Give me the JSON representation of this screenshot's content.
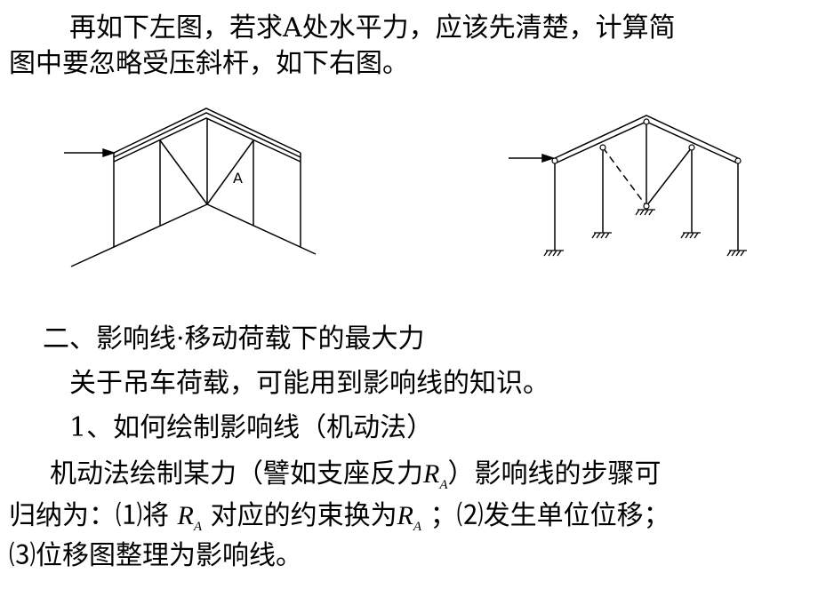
{
  "intro": {
    "line1": "再如下左图，若求A处水平力，应该先清楚，计算简",
    "line2": "图中要忽略受压斜杆，如下右图。"
  },
  "figure": {
    "left_label": "A"
  },
  "section": {
    "heading": "二、影响线·移动荷载下的最大力",
    "para1": "关于吊车荷载，可能用到影响线的知识。",
    "sub1": "1、如何绘制影响线（机动法）",
    "p2_l1_a": "机动法绘制某力（譬如支座反力",
    "p2_l1_b": "）影响线的步骤可",
    "p2_l2_a": "归纳为：⑴将",
    "p2_l2_b": "对应的约束换为",
    "p2_l2_c": "；⑵发生单位位移；",
    "p2_l3": "⑶位移图整理为影响线。",
    "ra_main": "R",
    "ra_sub": "A"
  }
}
